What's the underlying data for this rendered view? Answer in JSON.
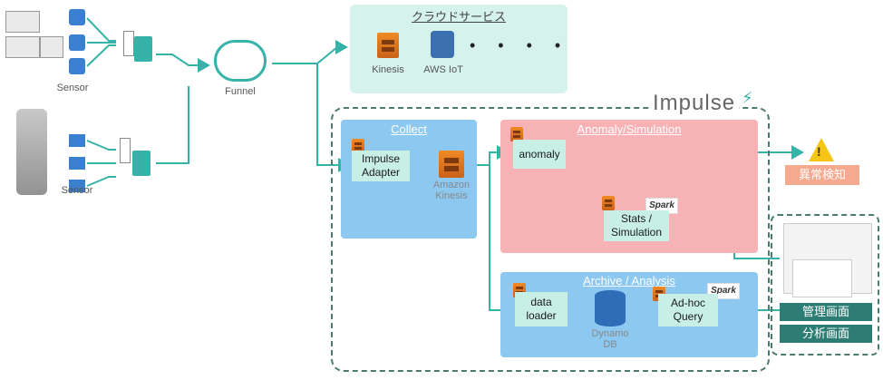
{
  "sensors": {
    "top_label": "Sensor",
    "bottom_label": "Sensor"
  },
  "funnel": {
    "label": "Funnel"
  },
  "cloud": {
    "title": "クラウドサービス",
    "kinesis": "Kinesis",
    "awsiot": "AWS IoT",
    "dots": "• • • •"
  },
  "impulse": {
    "logo": "Impulse"
  },
  "collect": {
    "title": "Collect",
    "adapter": "Impulse\nAdapter",
    "kinesis": "Amazon\nKinesis"
  },
  "anomaly": {
    "title": "Anomaly/Simulation",
    "node": "anomaly",
    "stats": "Stats /\nSimulation",
    "spark": "Spark"
  },
  "archive": {
    "title": "Archive / Analysis",
    "loader": "data\nloader",
    "dynamo": "Dynamo\nDB",
    "query": "Ad-hoc\nQuery",
    "spark": "Spark"
  },
  "alert": {
    "label": "異常検知"
  },
  "dashboard": {
    "mgmt": "管理画面",
    "analysis": "分析画面"
  },
  "colors": {
    "teal": "#36b3a8",
    "collect_bg": "#8cc8f0",
    "anomaly_bg": "#f7b2b6",
    "archive_bg": "#8cc8f0",
    "cloud_bg": "#d5f2ec",
    "node_bg": "#c8efe6",
    "alert": "#f5a98f"
  }
}
